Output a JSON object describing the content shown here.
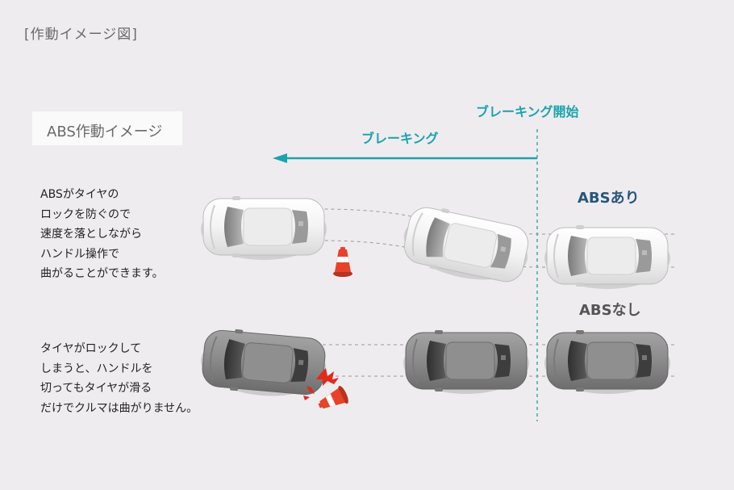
{
  "page_title": "[作動イメージ図]",
  "abs_box_label": "ABS作動イメージ",
  "description_abs": [
    "ABSがタイヤの",
    "ロックを防ぐので",
    "速度を落としながら",
    "ハンドル操作で",
    "曲がることができます。"
  ],
  "description_no_abs": [
    "タイヤがロックして",
    "しまうと、ハンドルを",
    "切ってもタイヤが滑る",
    "だけでクルマは曲がりません。"
  ],
  "braking_start_label": "ブレーキング開始",
  "braking_label": "ブレーキング",
  "abs_with_label": "ABSあり",
  "abs_without_label": "ABSなし",
  "colors": {
    "background": "#efecef",
    "accent_teal": "#1aa3ae",
    "abs_with": "#28567a",
    "car_white": "#f2f2f2",
    "car_gray": "#8d8d8d",
    "cone": "#e8422a"
  },
  "icons": [
    "car-icon",
    "traffic-cone-icon",
    "impact-burst-icon",
    "arrow-left-icon"
  ]
}
